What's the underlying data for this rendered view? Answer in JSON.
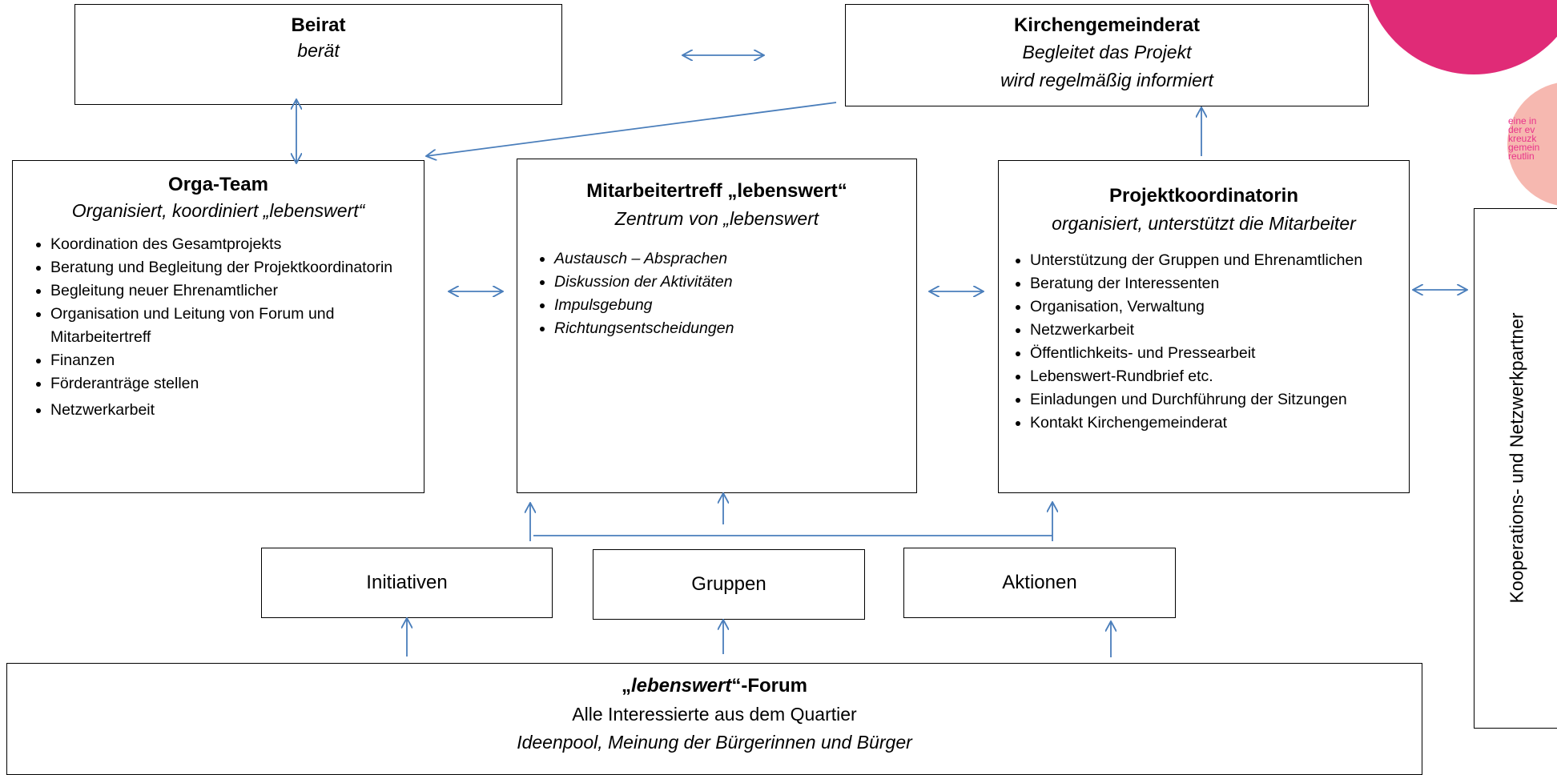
{
  "beirat": {
    "title": "Beirat",
    "sub": "berät"
  },
  "kgr": {
    "title": "Kirchengemeinderat",
    "sub1": "Begleitet das Projekt",
    "sub2": "wird regelmäßig informiert"
  },
  "orga": {
    "title": "Orga-Team",
    "sub": "Organisiert, koordiniert „lebenswert“",
    "items": [
      "Koordination des Gesamtprojekts",
      "Beratung und Begleitung der Projektkoordinatorin",
      "Begleitung neuer Ehrenamtlicher",
      "Organisation und Leitung von Forum und Mitarbeitertreff",
      "Finanzen",
      "Förderanträge stellen",
      "Netzwerkarbeit"
    ]
  },
  "mitarbeiter": {
    "title": "Mitarbeitertreff „lebenswert“",
    "sub": "Zentrum von „lebenswert",
    "items": [
      "Austausch – Absprachen",
      "Diskussion der Aktivitäten",
      "Impulsgebung",
      "Richtungsentscheidungen"
    ]
  },
  "projekt": {
    "title": "Projektkoordinatorin",
    "sub": "organisiert, unterstützt die Mitarbeiter",
    "items": [
      "Unterstützung der Gruppen und Ehrenamtlichen",
      "Beratung der Interessenten",
      "Organisation, Verwaltung",
      "Netzwerkarbeit",
      "Öffentlichkeits- und Pressearbeit",
      "Lebenswert-Rundbrief etc.",
      "Einladungen und Durchführung der Sitzungen",
      "Kontakt  Kirchengemeinderat"
    ]
  },
  "initiativen": "Initiativen",
  "gruppen": "Gruppen",
  "aktionen": "Aktionen",
  "forum": {
    "title_open": "„",
    "title_em": "lebenswert",
    "title_close": "“-Forum",
    "line1": "Alle Interessierte aus dem Quartier",
    "line2": "Ideenpool, Meinung der Bürgerinnen und Bürger"
  },
  "kooperation": "Kooperations- und Netzwerkpartner",
  "logo": {
    "lines": [
      "eine in",
      "der ev",
      "kreuzk",
      "gemein",
      "reutlin"
    ]
  },
  "colors": {
    "arrow": "#4a7ebb",
    "logo_magenta": "#e02b77",
    "logo_pink": "#f6b8b0"
  }
}
